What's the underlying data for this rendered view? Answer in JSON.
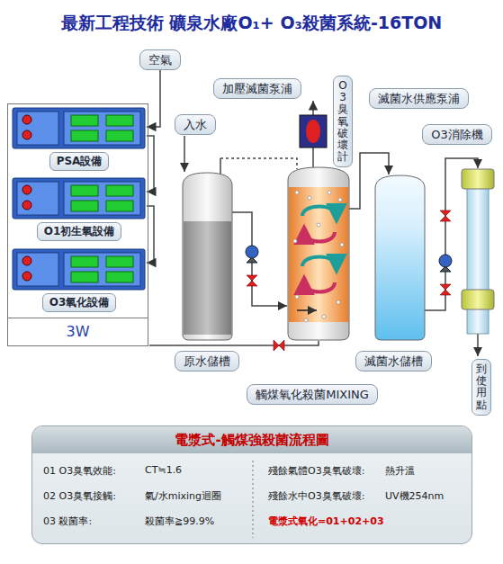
{
  "diagram": {
    "title": "最新工程技術 礦泉水廠O₁+ O₃殺菌系統-16TON",
    "nodes": [
      {
        "text": [
          "空氣"
        ]
      },
      {
        "text": [
          "加壓滅菌泵浦"
        ]
      },
      {
        "text": [
          "O3臭氧破壞計"
        ]
      },
      {
        "text": [
          "滅菌水供應泵浦"
        ]
      },
      {
        "text": [
          "3W"
        ]
      },
      {
        "text": [
          "PSA設備"
        ],
        "in": 4
      },
      {
        "text": [
          "O1初生氧設備"
        ],
        "in": 4
      },
      {
        "text": [
          "O3氧化設備"
        ],
        "in": 4
      },
      {
        "text": [
          "入水"
        ]
      },
      {
        "text": [
          "O3消除機"
        ]
      },
      {
        "text": [
          "原水儲槽"
        ]
      },
      {
        "text": [
          "滅菌水儲槽"
        ]
      },
      {
        "text": [
          "到使用點"
        ]
      },
      {
        "text": [
          "觸煤氧化殺菌MIXING"
        ]
      },
      {
        "text": [
          "電漿式-觸煤強殺菌流程圖",
          "01 O3臭氧效能:",
          "CT≒1.6",
          "殘餘氣體O3臭氧破壞:",
          "熱升溫",
          "02 O3臭氧接觸:",
          "氣/水mixing迴圈",
          "殘餘水中O3臭氧破壞:",
          "UV機254nm",
          "03 殺菌率:",
          "殺菌率≧99.9%",
          "電漿式氧化=01+02+03"
        ]
      }
    ],
    "edges": [
      {
        "from": 0,
        "to": 5,
        "arrow": "to"
      },
      {
        "from": 5,
        "to": 6,
        "arrow": "to"
      },
      {
        "from": 6,
        "to": 7,
        "arrow": "to"
      }
    ]
  }
}
